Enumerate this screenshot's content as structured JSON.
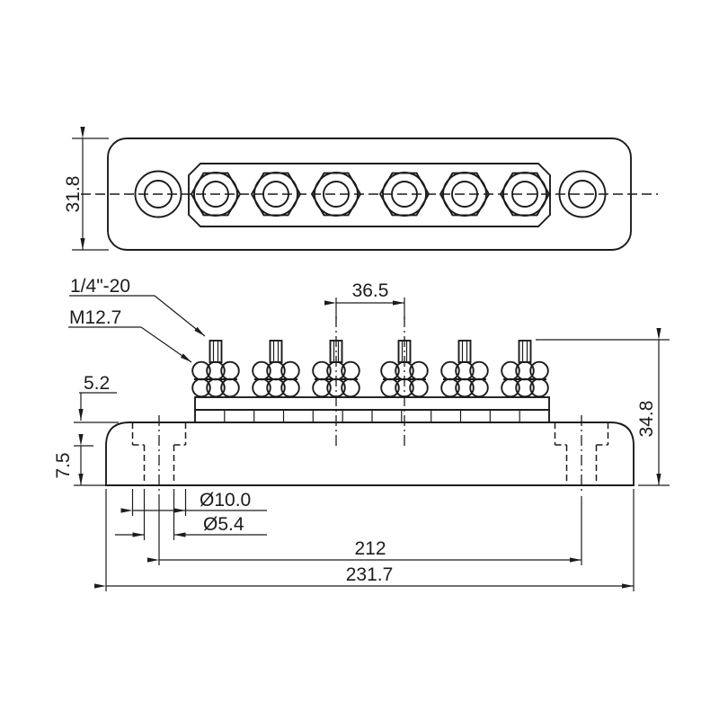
{
  "drawing": {
    "type": "technical-drawing",
    "subject": "6-stud bus bar, two orthographic views",
    "background": "#ffffff",
    "line_color": "#1c1c1c",
    "labels": {
      "plate_height": "31.8",
      "thread_spec": "1/4\"-20",
      "nut_spec": "M12.7",
      "stud_spacing": "36.5",
      "bar_thickness": "5.2",
      "hole_depth": "7.5",
      "overall_height": "34.8",
      "counterbore_diameter": "Ø10.0",
      "hole_diameter": "Ø5.4",
      "mount_hole_spacing": "212",
      "overall_length": "231.7"
    }
  }
}
